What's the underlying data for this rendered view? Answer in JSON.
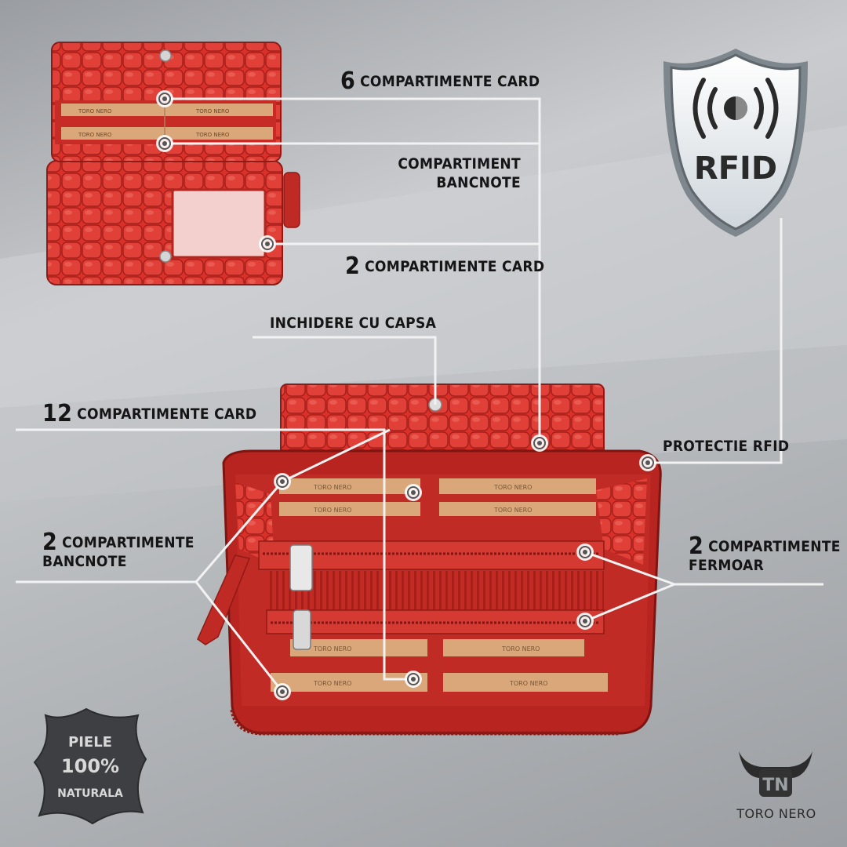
{
  "labels": {
    "six_card": {
      "num": "6",
      "text": "COMPARTIMENTE CARD"
    },
    "banknote": {
      "line1": "COMPARTIMENT",
      "line2": "BANCNOTE"
    },
    "two_card": {
      "num": "2",
      "text": "COMPARTIMENTE CARD"
    },
    "snap": {
      "text": "INCHIDERE CU CAPSA"
    },
    "twelve_card": {
      "num": "12",
      "text": "COMPARTIMENTE CARD"
    },
    "rfid_protection": {
      "text": "PROTECTIE RFID"
    },
    "two_banknote": {
      "num": "2",
      "line1": "COMPARTIMENTE",
      "line2": "BANCNOTE"
    },
    "two_zipper": {
      "num": "2",
      "line1": "COMPARTIMENTE",
      "line2": "FERMOAR"
    }
  },
  "rfid_badge": {
    "text": "RFID"
  },
  "leather_badge": {
    "line1": "PIELE",
    "line2": "100%",
    "line3": "NATURALA"
  },
  "brand": {
    "name": "TORO NERO",
    "logo_letters": "TN"
  },
  "card_slot_brand": "TORO NERO",
  "colors": {
    "wallet_red": "#d8322a",
    "interior_tan": "#d9a77a",
    "label_text": "#151515",
    "leader_line": "#f2f2f2"
  }
}
